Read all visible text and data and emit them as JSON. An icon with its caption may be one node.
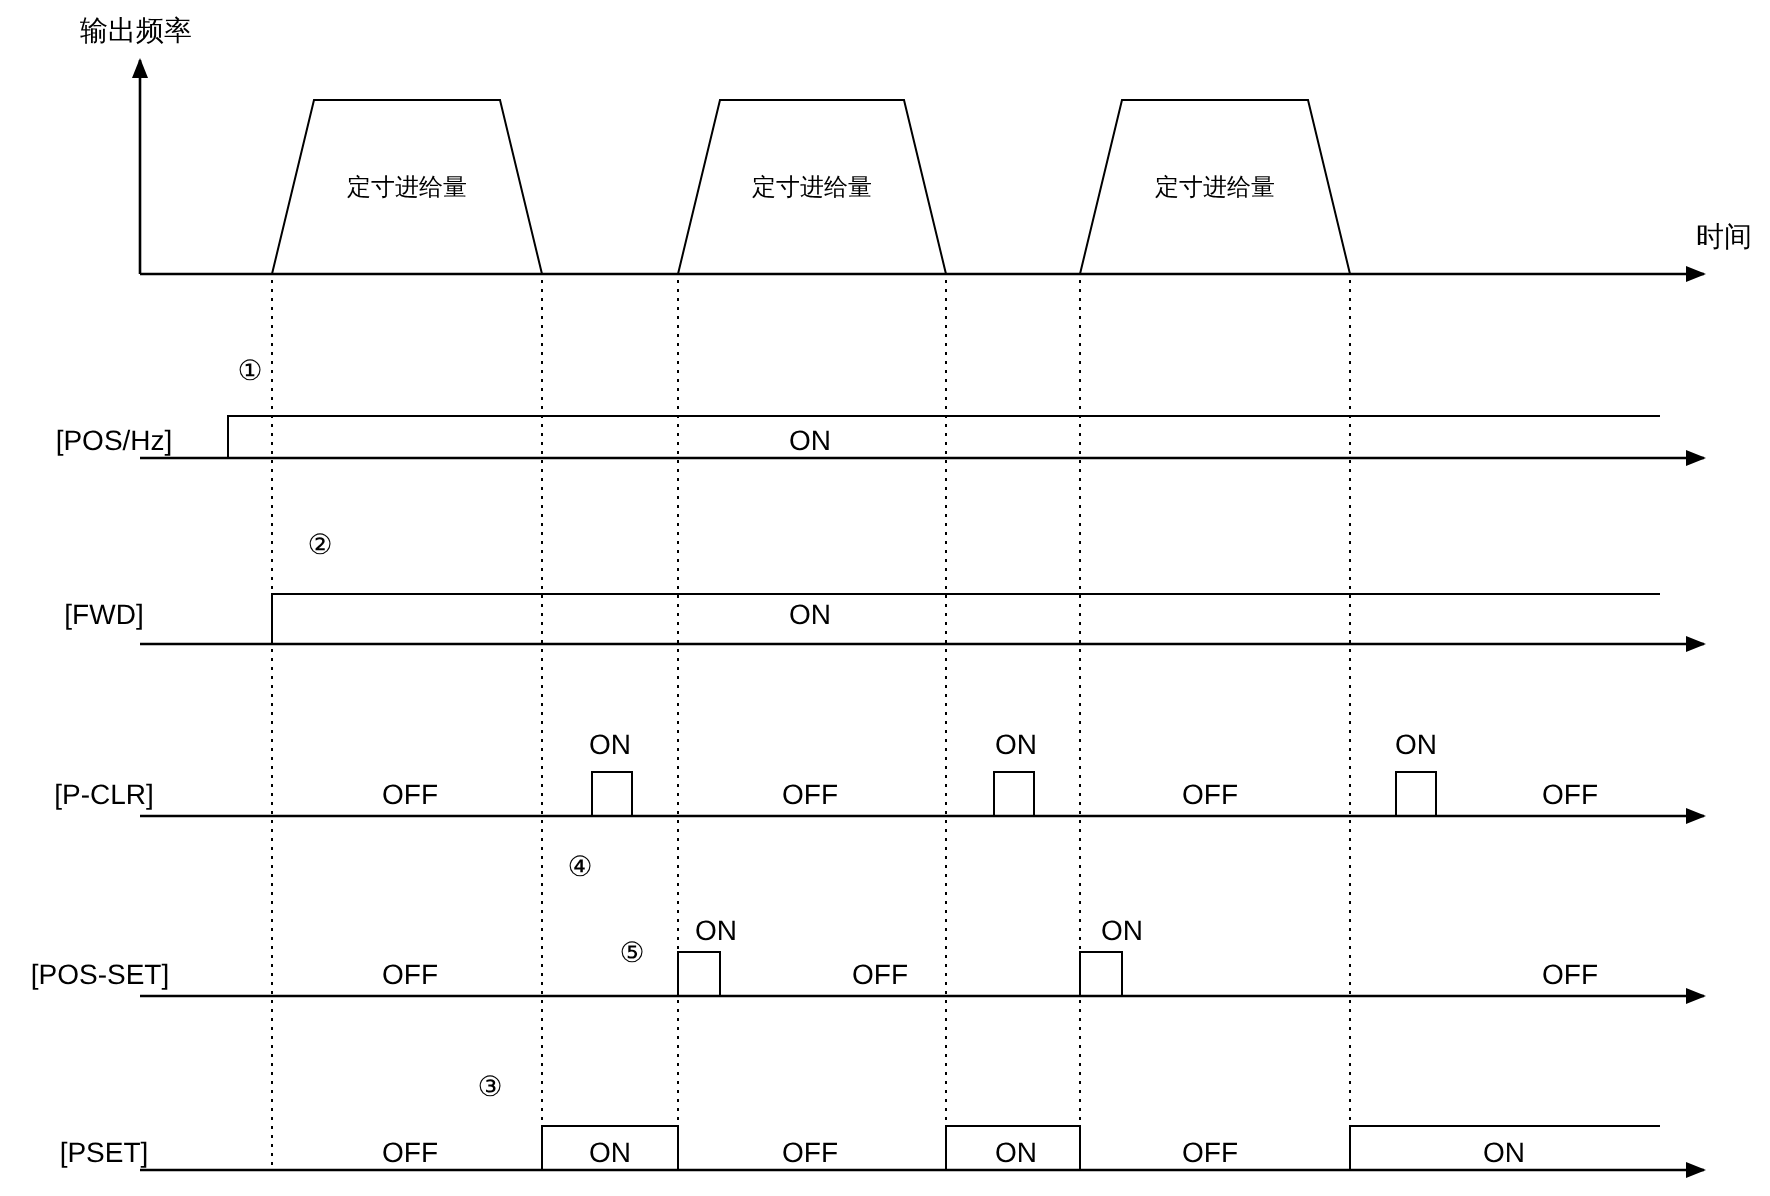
{
  "diagram": {
    "nodes": [
      {
        "text": [
          "定寸进给量"
        ]
      },
      {
        "text": [
          "定寸进给量"
        ]
      },
      {
        "text": [
          "定寸进给量"
        ]
      }
    ],
    "labels": [
      "输出频率",
      "时间",
      "①",
      "[POS/Hz]",
      "ON",
      "②",
      "[FWD]",
      "ON",
      "ON",
      "ON",
      "ON",
      "[P-CLR]",
      "OFF",
      "OFF",
      "OFF",
      "OFF",
      "④",
      "⑤",
      "ON",
      "ON",
      "[POS-SET]",
      "OFF",
      "OFF",
      "OFF",
      "③",
      "[PSET]",
      "OFF",
      "ON",
      "OFF",
      "ON",
      "OFF",
      "ON"
    ]
  }
}
